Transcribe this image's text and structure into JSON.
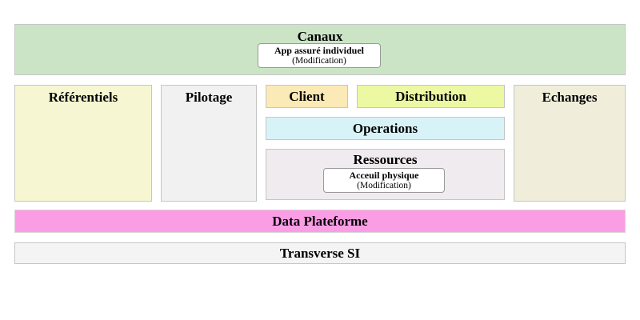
{
  "diagram": {
    "canaux": {
      "label": "Canaux",
      "bg": "#cbe4c6",
      "app": {
        "title": "App assuré individuel",
        "subtitle": "(Modification)"
      }
    },
    "referentiels": {
      "label": "Référentiels",
      "bg": "#f6f6d2"
    },
    "pilotage": {
      "label": "Pilotage",
      "bg": "#f1f1f1"
    },
    "client": {
      "label": "Client",
      "bg": "#fbe9b6"
    },
    "distribution": {
      "label": "Distribution",
      "bg": "#edf8a2"
    },
    "operations": {
      "label": "Operations",
      "bg": "#d8f3f7"
    },
    "ressources": {
      "label": "Ressources",
      "bg": "#f0ebee",
      "app": {
        "title": "Acceuil physique",
        "subtitle": "(Modification)"
      }
    },
    "echanges": {
      "label": "Echanges",
      "bg": "#f0edda"
    },
    "data_plateforme": {
      "label": "Data Plateforme",
      "bg": "#fb9de4"
    },
    "transverse_si": {
      "label": "Transverse SI",
      "bg": "#f4f4f4"
    }
  }
}
